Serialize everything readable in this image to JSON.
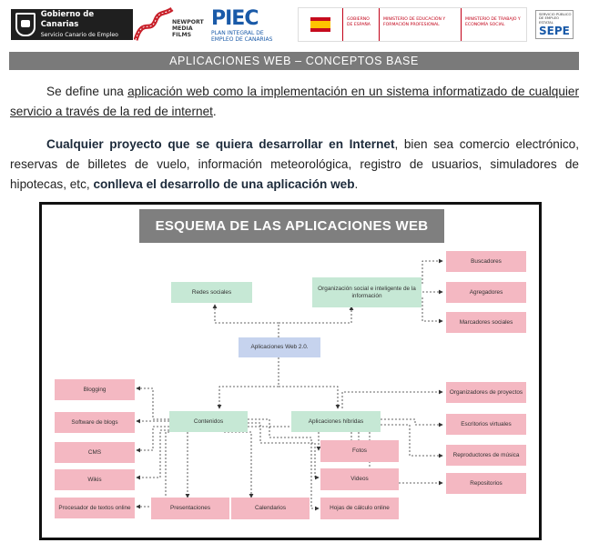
{
  "header": {
    "gobierno_canarias": {
      "line1": "Gobierno de Canarias",
      "line2": "Servicio Canario de Empleo"
    },
    "newport": {
      "line1": "NEWPORT",
      "line2": "MEDIA",
      "line3": "FILMS"
    },
    "piec": {
      "word": "PIEC",
      "line1": "PLAN INTEGRAL DE",
      "line2": "EMPLEO DE CANARIAS"
    },
    "gobierno_espana": {
      "c1": "GOBIERNO DE ESPAÑA",
      "c2": "MINISTERIO DE EDUCACIÓN Y FORMACIÓN PROFESIONAL",
      "c3": "MINISTERIO DE TRABAJO Y ECONOMÍA SOCIAL"
    },
    "sepe": {
      "sub": "SERVICIO PÚBLICO DE EMPLEO ESTATAL",
      "word": "SEPE"
    }
  },
  "banner": "APLICACIONES  WEB – CONCEPTOS BASE",
  "paragraph1": {
    "before": "Se define una ",
    "underlined": "aplicación web como la implementación en un sistema informatizado de cualquier servicio a través de la red de internet",
    "after": "."
  },
  "paragraph2": {
    "bold1": "Cualquier proyecto que se quiera desarrollar en Internet",
    "mid": ", bien sea comercio electrónico, reservas de billetes de vuelo, información meteorológica, registro de usuarios, simuladores de hipotecas, etc, ",
    "bold2": "conlleva el desarrollo de una aplicación web",
    "end": "."
  },
  "diagram": {
    "title": "ESQUEMA DE LAS APLICACIONES WEB",
    "center": "Aplicaciones Web 2.0.",
    "redes": "Redes sociales",
    "organizacion": "Organización social e inteligente de la información",
    "contenidos": "Contenidos",
    "hibridas": "Aplicaciones híbridas",
    "buscadores": "Buscadores",
    "agregadores": "Agregadores",
    "marcadores": "Marcadores sociales",
    "blogging": "Blogging",
    "software_blogs": "Software de blogs",
    "cms": "CMS",
    "wikis": "Wikis",
    "procesador": "Procesador de textos online",
    "presentaciones": "Presentaciones",
    "calendarios": "Calendarios",
    "hojas": "Hojas de cálculo online",
    "fotos": "Fotos",
    "videos": "Videos",
    "organizadores": "Organizadores de proyectos",
    "escritorios": "Escritorios virtuales",
    "reproductores": "Reproductores de música",
    "repositorios": "Repositorios"
  }
}
